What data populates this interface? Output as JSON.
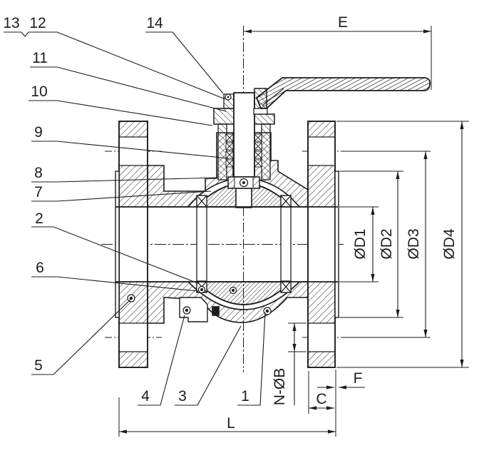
{
  "colors": {
    "background": "#ffffff",
    "line": "#1c1c1c"
  },
  "callouts": {
    "n1": "1",
    "n2": "2",
    "n3": "3",
    "n4": "4",
    "n5": "5",
    "n6": "6",
    "n7": "7",
    "n8": "8",
    "n9": "9",
    "n10": "10",
    "n11": "11",
    "n12": "12",
    "n13": "13",
    "n14": "14"
  },
  "dimensions": {
    "handle_length": "E",
    "face_to_face": "L",
    "flange_thickness": "C",
    "raised_face_height": "F",
    "bolt_holes": "N-ØB",
    "bore_diameter": "ØD1",
    "raised_face_diameter": "ØD2",
    "bolt_circle_diameter": "ØD3",
    "flange_outer_diameter": "ØD4"
  }
}
